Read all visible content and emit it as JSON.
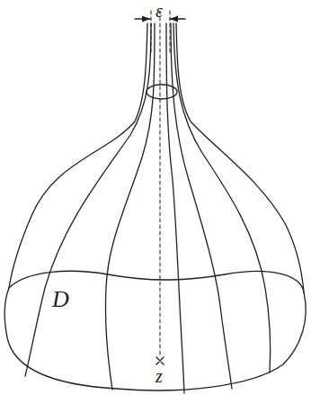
{
  "diagram": {
    "labels": [
      "ε",
      "D",
      "z"
    ]
  }
}
